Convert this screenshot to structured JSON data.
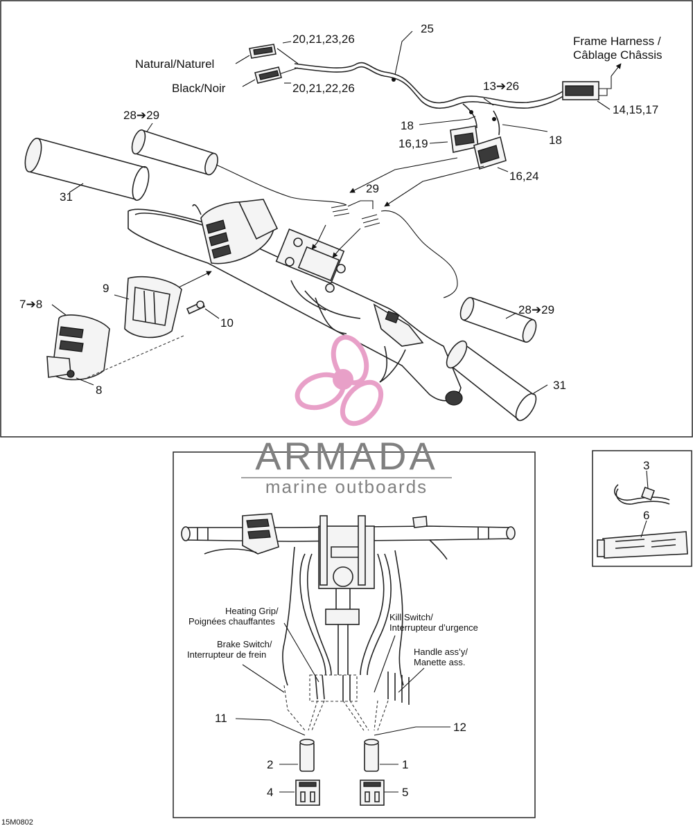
{
  "labels": {
    "l25": "25",
    "l_conn1": "20,21,23,26",
    "l_natural": "Natural/Naturel",
    "l_black": "Black/Noir",
    "l_conn2": "20,21,22,26",
    "l_frame1": "Frame Harness /",
    "l_frame2": "Câblage Châssis",
    "l_13_26": "13➔26",
    "l_14": "14,15,17",
    "l_18a": "18",
    "l_18b": "18",
    "l_16_19": "16,19",
    "l_16_24": "16,24",
    "l_28a": "28➔29",
    "l_31a": "31",
    "l_29": "29",
    "l_9": "9",
    "l_7_8": "7➔8",
    "l_10": "10",
    "l_8": "8",
    "l_28b": "28➔29",
    "l_31b": "31",
    "l_3": "3",
    "l_6": "6",
    "l_heat1": "Heating Grip/",
    "l_heat2": "Poignées chauffantes",
    "l_kill1": "Kill Switch/",
    "l_kill2": "Interrupteur d’urgence",
    "l_brake1": "Brake Switch/",
    "l_brake2": "Interrupteur de frein",
    "l_handle1": "Handle ass’y/",
    "l_handle2": "Manette ass.",
    "l_11": "11",
    "l_12": "12",
    "l_2": "2",
    "l_1": "1",
    "l_4": "4",
    "l_5": "5"
  },
  "watermark": {
    "brand": "ARMADA",
    "tagline": "marine outboards",
    "logo_color": "#e8a0c8",
    "text_color": "#808080"
  },
  "figure_code": "15M0802"
}
